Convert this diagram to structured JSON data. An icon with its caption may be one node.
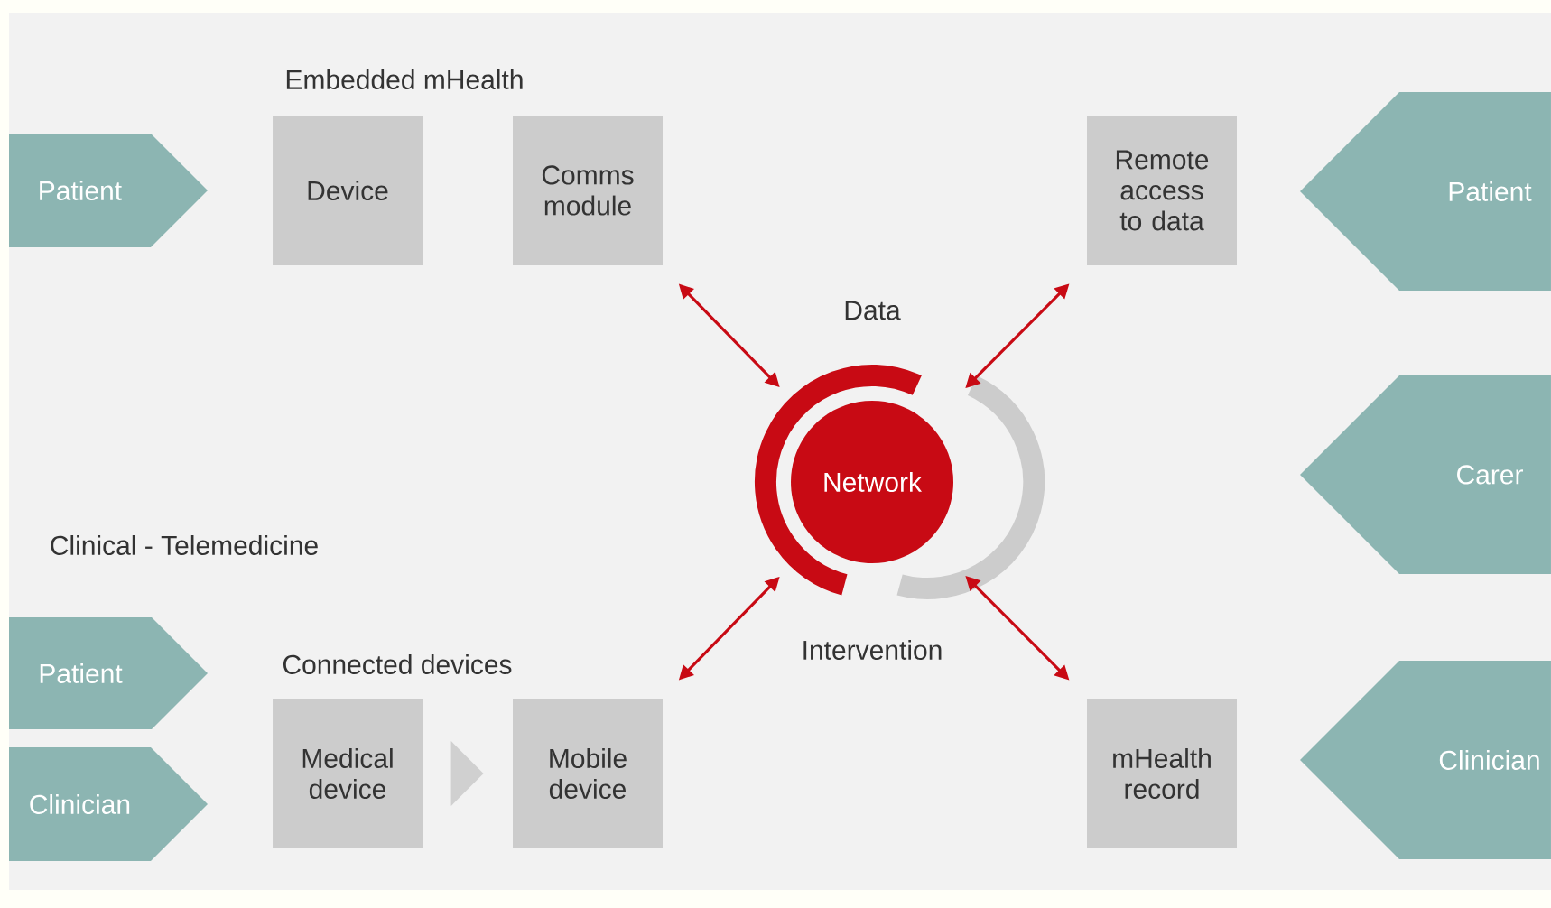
{
  "diagram": {
    "nodes": [
      {
        "text": [
          "Patient"
        ]
      },
      {
        "text": [
          "Device"
        ]
      },
      {
        "text": [
          "Comms module"
        ]
      },
      {
        "text": [
          "Remote access to data"
        ]
      },
      {
        "text": [
          "Patient"
        ]
      },
      {
        "text": [
          "Network"
        ]
      },
      {
        "text": [
          "Carer"
        ]
      },
      {
        "text": [
          "Patient"
        ]
      },
      {
        "text": [
          "Clinician"
        ]
      },
      {
        "text": [
          "Medical device"
        ]
      },
      {
        "text": [
          "Mobile device"
        ]
      },
      {
        "text": [
          "mHealth record"
        ]
      },
      {
        "text": [
          "Clinician"
        ]
      }
    ],
    "edges": [
      {
        "from": 5,
        "to": 2,
        "arrow": "both"
      },
      {
        "from": 5,
        "to": 3,
        "arrow": "both"
      },
      {
        "from": 5,
        "to": 10,
        "arrow": "both"
      },
      {
        "from": 5,
        "to": 11,
        "arrow": "both"
      },
      {
        "from": 9,
        "to": 10,
        "arrow": "to",
        "color": "#d0d0d0"
      }
    ],
    "labels": [
      "Embedded mHealth",
      "Data",
      "Clinical - Telemedicine",
      "Connected devices",
      "Intervention"
    ]
  }
}
